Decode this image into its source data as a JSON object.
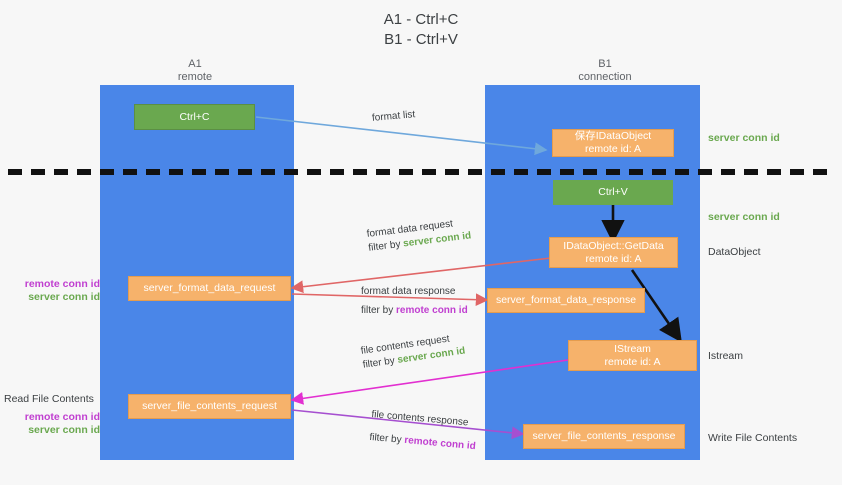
{
  "title": {
    "line1": "A1 - Ctrl+C",
    "line2": "B1 - Ctrl+V"
  },
  "columns": [
    {
      "name": "A1",
      "sub": "remote"
    },
    {
      "name": "B1",
      "sub": "connection"
    }
  ],
  "nodes": {
    "ctrl_c": {
      "label": "Ctrl+C"
    },
    "ctrl_v": {
      "label": "Ctrl+V"
    },
    "save_idataobject": {
      "line1": "保存IDataObject",
      "line2": "remote id: A"
    },
    "getdata": {
      "line1": "IDataObject::GetData",
      "line2": "remote id: A"
    },
    "istream": {
      "line1": "IStream",
      "line2": "remote id: A"
    },
    "server_format_data_request": {
      "label": "server_format_data_request"
    },
    "server_format_data_response": {
      "label": "server_format_data_response"
    },
    "server_file_contents_request": {
      "label": "server_file_contents_request"
    },
    "server_file_contents_response": {
      "label": "server_file_contents_response"
    }
  },
  "edges": {
    "format_list": {
      "label": "format list"
    },
    "format_data_request": {
      "line1": "format data request",
      "filter_prefix": "filter by ",
      "filter_value": "server conn id"
    },
    "format_data_response": {
      "line1": "format data response",
      "filter_prefix": "filter by ",
      "filter_value": "remote conn id"
    },
    "file_contents_request": {
      "line1": "file contents request",
      "filter_prefix": "filter by ",
      "filter_value": "server conn id"
    },
    "file_contents_response": {
      "line1": "file contents response",
      "filter_prefix": "filter by ",
      "filter_value": "remote conn id"
    }
  },
  "left_labels": {
    "group1": {
      "remote": "remote conn id",
      "server": "server conn id"
    },
    "read_file_contents": "Read File Contents",
    "group2": {
      "remote": "remote conn id",
      "server": "server conn id"
    }
  },
  "right_labels": {
    "server_conn_top": "server conn id",
    "server_conn_mid": "server conn id",
    "data_object": "DataObject",
    "istream": "Istream",
    "write_file_contents": "Write File Contents"
  },
  "colors": {
    "lane": "#4a86e8",
    "green": "#6aa84f",
    "orange": "#f6b26b",
    "green_text": "#6aa84f",
    "purple_text": "#c03fd0",
    "light_blue_arrow": "#6fa8dc",
    "red_arrow": "#e06666",
    "magenta_arrow": "#e22fd0",
    "purple_arrow": "#a64fd0",
    "background": "#f7f7f7"
  }
}
